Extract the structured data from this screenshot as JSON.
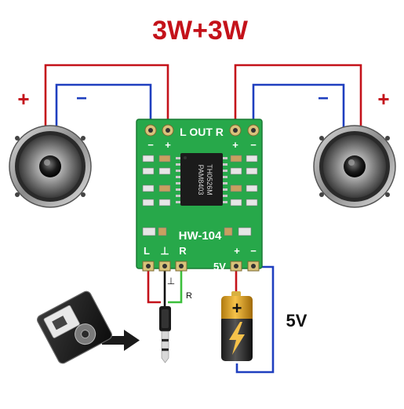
{
  "title": "3W+3W",
  "colors": {
    "red_wire": "#c4121a",
    "blue_wire": "#1f3fbf",
    "green_wire": "#3bbf3b",
    "pcb": "#27a84a",
    "title": "#c4121a",
    "plus_sign": "#c4121a",
    "minus_sign": "#1f3fbf"
  },
  "left_speaker": {
    "plus": "+",
    "minus": "−"
  },
  "right_speaker": {
    "plus": "+",
    "minus": "−"
  },
  "board": {
    "out_label": "L OUT R",
    "out_plus_left": "+",
    "out_minus_left": "−",
    "out_plus_right": "+",
    "out_minus_right": "−",
    "chip_line1": "PAM8403",
    "chip_line2": "TH0526M",
    "model": "HW-104",
    "in_left": "L",
    "in_ground": "⊥",
    "in_right": "R",
    "power_label": "5V",
    "power_plus": "+",
    "power_minus": "−"
  },
  "audio": {
    "ground_symbol": "⊥",
    "right_label": "R"
  },
  "power": {
    "voltage": "5V",
    "battery_plus": "+"
  }
}
